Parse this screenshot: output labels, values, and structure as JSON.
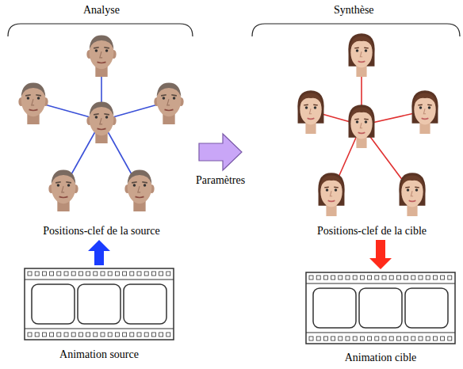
{
  "diagram": {
    "nodes": [
      {
        "text": [
          "Positions-clef de la source"
        ]
      },
      {
        "text": [
          "Animation source"
        ]
      },
      {
        "text": [
          "Positions-clef de la cible"
        ]
      },
      {
        "text": [
          "Animation cible"
        ]
      }
    ],
    "edges": [
      {
        "from": 1,
        "to": 0,
        "arrow": "to"
      },
      {
        "from": 0,
        "to": 2,
        "arrow": "to",
        "label": "Paramètres"
      },
      {
        "from": 2,
        "to": 3,
        "arrow": "to"
      }
    ],
    "labels": [
      "Analyse",
      "Synthèse"
    ]
  }
}
